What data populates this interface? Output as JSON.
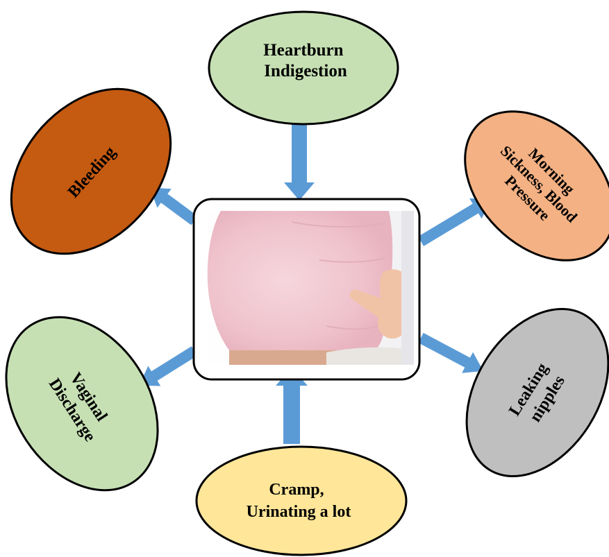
{
  "nodes": {
    "heartburn": {
      "lines": [
        "Heartburn",
        "Indigestion"
      ],
      "fill": "#c6e0b4"
    },
    "bleeding": {
      "lines": [
        "Bleeding"
      ],
      "fill": "#c55a11"
    },
    "morning": {
      "lines": [
        "Morning",
        "Sickness, Blood",
        "Pressure"
      ],
      "fill": "#f4b183"
    },
    "leaking": {
      "lines": [
        "Leaking",
        "nipples"
      ],
      "fill": "#bfbfbf"
    },
    "cramp": {
      "lines": [
        "Cramp,",
        "Urinating a lot"
      ],
      "fill": "#ffe699"
    },
    "vaginal": {
      "lines": [
        "Vaginal",
        "Discharge"
      ],
      "fill": "#c6e0b4"
    }
  },
  "center": {
    "image_subject": "pregnant-belly-photo",
    "border": "#000000"
  },
  "colors": {
    "arrow": "#5b9bd5",
    "outline": "#000000",
    "text": "#000000"
  },
  "icons": {
    "arrow": "block-arrow-icon"
  }
}
